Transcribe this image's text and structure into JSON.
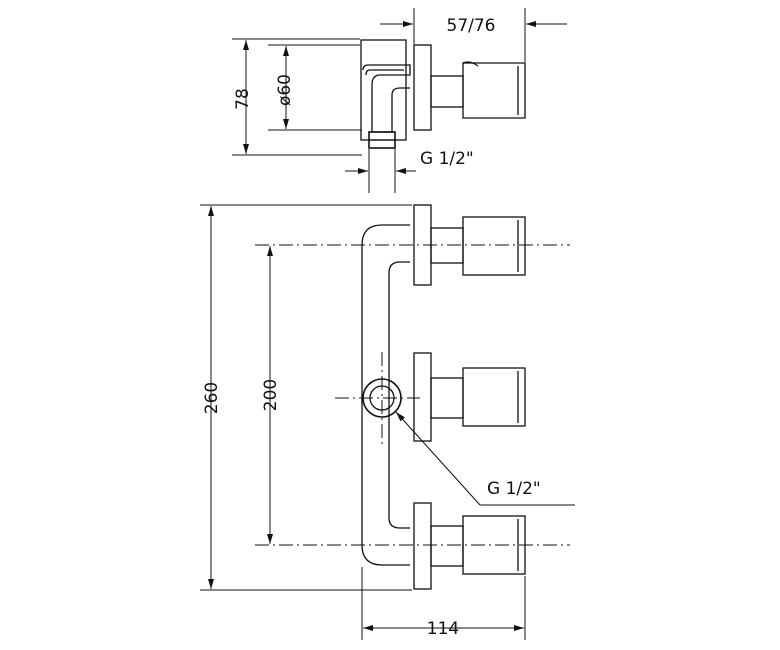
{
  "dimensions": {
    "depth": "57/76",
    "height_top": "78",
    "diameter": "ø60",
    "thread_top": "G 1/2\"",
    "overall_height": "260",
    "valve_spacing": "200",
    "thread_center": "G 1/2\"",
    "overall_depth": "114"
  }
}
